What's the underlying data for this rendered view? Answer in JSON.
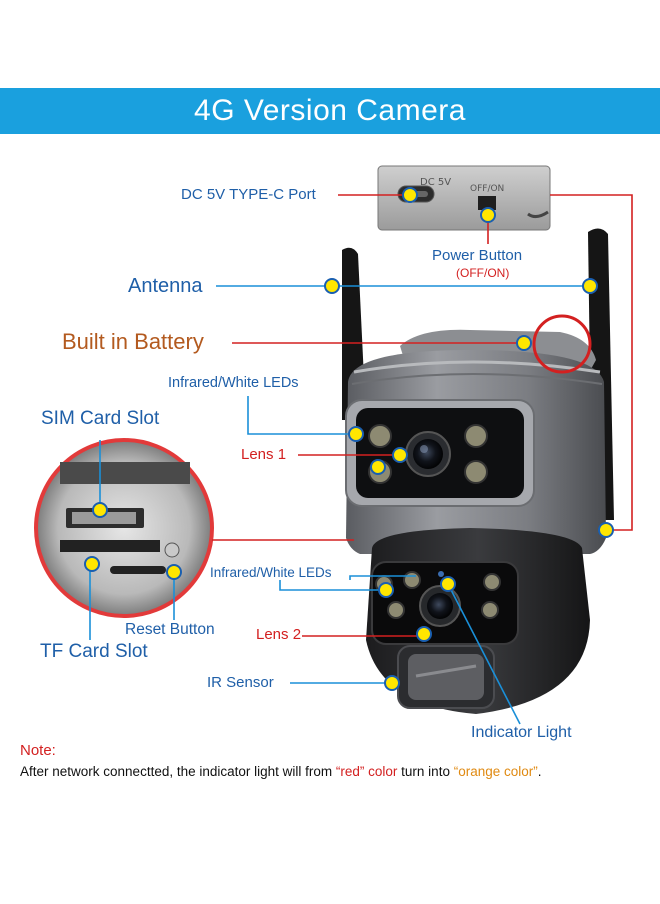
{
  "title": "4G Version Camera",
  "labels": {
    "dc_port": "DC 5V TYPE-C Port",
    "power_button": "Power Button",
    "power_button_sub": "(OFF/ON)",
    "antenna": "Antenna",
    "battery": "Built in Battery",
    "ir_leds_top": "Infrared/White LEDs",
    "sim_slot": "SIM Card Slot",
    "lens1": "Lens 1",
    "ir_leds_bottom": "Infrared/White LEDs",
    "reset_button": "Reset Button",
    "lens2": "Lens 2",
    "tf_slot": "TF Card Slot",
    "ir_sensor": "IR Sensor",
    "indicator_light": "Indicator Light"
  },
  "port_panel": {
    "dc_text": "DC 5V",
    "on_text": "OFF/ON"
  },
  "note": {
    "title": "Note:",
    "prefix": "After network connectted, the indicator light will from ",
    "red_text": "“red” color",
    "middle": " turn into ",
    "orange_text": "“orange color”",
    "suffix": "."
  },
  "colors": {
    "banner": "#1aa0de",
    "label_blue": "#1f5fa8",
    "label_red": "#d32020",
    "label_brown": "#b35a1f",
    "dot_yellow": "#ffe600",
    "line_blue": "#1a8fd8",
    "line_red": "#d32020"
  }
}
